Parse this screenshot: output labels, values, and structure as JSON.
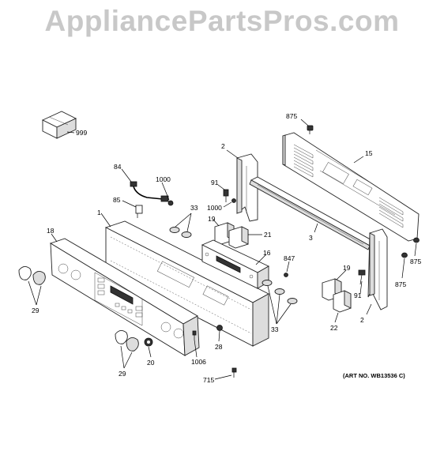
{
  "watermark": "AppliancePartsPros.com",
  "art_number": "(ART NO. WB13536 C)",
  "callouts": {
    "c999": "999",
    "c875a": "875",
    "c15": "15",
    "c2a": "2",
    "c84": "84",
    "c1000a": "1000",
    "c91a": "91",
    "c1000b": "1000",
    "c85": "85",
    "c33a": "33",
    "c1": "1",
    "c19a": "19",
    "c21": "21",
    "c3": "3",
    "c18": "18",
    "c16": "16",
    "c847": "847",
    "c875b": "875",
    "c875c": "875",
    "c19b": "19",
    "c91b": "91",
    "c29a": "29",
    "c33b": "33",
    "c22": "22",
    "c2b": "2",
    "c28": "28",
    "c1006": "1006",
    "c29b": "29",
    "c20": "20",
    "c715": "715"
  }
}
